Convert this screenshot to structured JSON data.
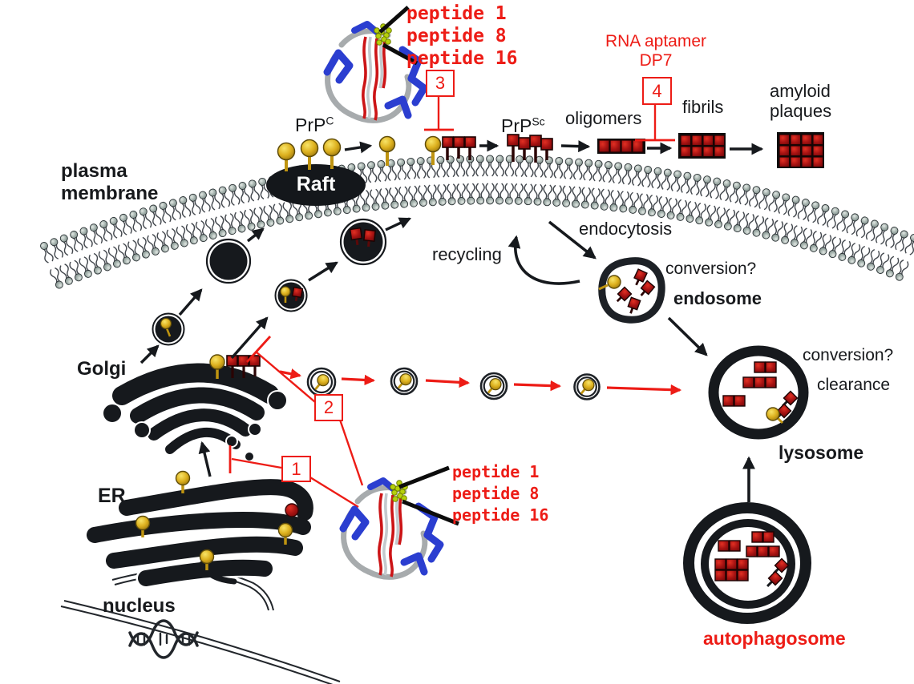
{
  "colors": {
    "inhibitor_red": "#ed1c16",
    "aggregate_red": "#9c0f0f",
    "gpi_yellow": "#dfb122",
    "organelle_black": "#16191d",
    "membrane_head_gray": "#9fada8",
    "helix_blue": "#2b3ed0"
  },
  "membrane": {
    "label_line1": "plasma",
    "label_line2": "membrane",
    "raft_label": "Raft"
  },
  "pathway": {
    "prp_c": {
      "base": "PrP",
      "sup": "C"
    },
    "prp_sc": {
      "base": "PrP",
      "sup": "Sc"
    },
    "oligomers": "oligomers",
    "fibrils": "fibrils",
    "amyloid_line1": "amyloid",
    "amyloid_line2": "plaques"
  },
  "inhibitors": {
    "peptides": [
      "peptide 1",
      "peptide 8",
      "peptide 16"
    ],
    "aptamer_line1": "RNA aptamer",
    "aptamer_line2": "DP7",
    "boxes": {
      "b1": "1",
      "b2": "2",
      "b3": "3",
      "b4": "4"
    }
  },
  "organelles": {
    "golgi": "Golgi",
    "er": "ER",
    "nucleus": "nucleus",
    "endosome": "endosome",
    "lysosome": "lysosome",
    "autophagosome": "autophagosome"
  },
  "processes": {
    "recycling": "recycling",
    "endocytosis": "endocytosis",
    "conversion_endosome": "conversion?",
    "conversion_lysosome": "conversion?",
    "clearance": "clearance"
  }
}
